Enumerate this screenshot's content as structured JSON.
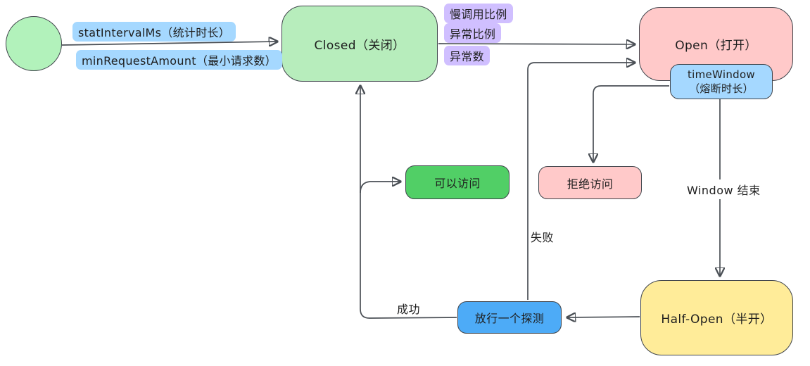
{
  "diagram": {
    "nodes": {
      "closed": {
        "label": "Closed（关闭）"
      },
      "open": {
        "label": "Open（打开）"
      },
      "half_open": {
        "label": "Half-Open（半开）"
      },
      "time_window": {
        "line1": "timeWindow",
        "line2": "（熔断时长）"
      },
      "allow_access": {
        "label": "可以访问"
      },
      "deny_access": {
        "label": "拒绝访问"
      },
      "probe": {
        "label": "放行一个探测"
      }
    },
    "edge_labels": {
      "stat_interval": "statIntervalMs（统计时长）",
      "min_request": "minRequestAmount（最小请求数）",
      "slow_call_ratio": "慢调用比例",
      "error_ratio": "异常比例",
      "error_count": "异常数",
      "fail": "失败",
      "success": "成功",
      "window_end": "Window 结束"
    },
    "colors": {
      "light_green": "#b7edbc",
      "green": "#51cf66",
      "pink": "#ffc9c9",
      "light_blue": "#a5d8ff",
      "blue": "#4dabf7",
      "yellow": "#ffec99",
      "violet": "#d0bfff",
      "stroke": "#3f444b",
      "arrow": "#4a4f55",
      "text": "#1e1e1e",
      "background": "#ffffff"
    }
  }
}
